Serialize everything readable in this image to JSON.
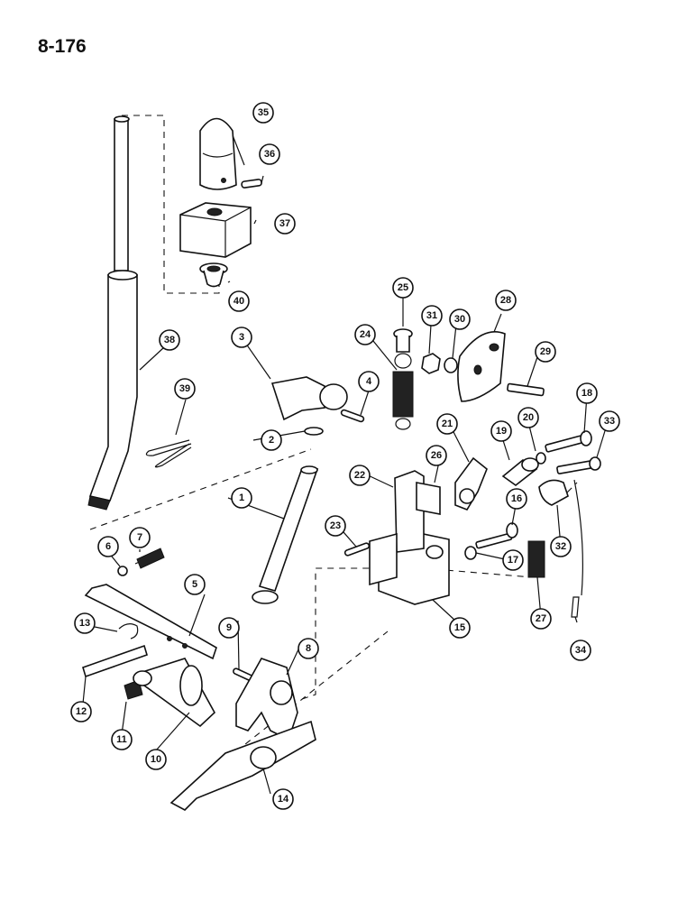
{
  "page_number": "8-176",
  "callouts": [
    "1",
    "2",
    "3",
    "4",
    "5",
    "6",
    "7",
    "8",
    "9",
    "10",
    "11",
    "12",
    "13",
    "14",
    "15",
    "16",
    "17",
    "18",
    "19",
    "20",
    "21",
    "22",
    "23",
    "24",
    "25",
    "26",
    "27",
    "28",
    "29",
    "30",
    "31",
    "32",
    "33",
    "34",
    "35",
    "36",
    "37",
    "38",
    "39",
    "40"
  ]
}
